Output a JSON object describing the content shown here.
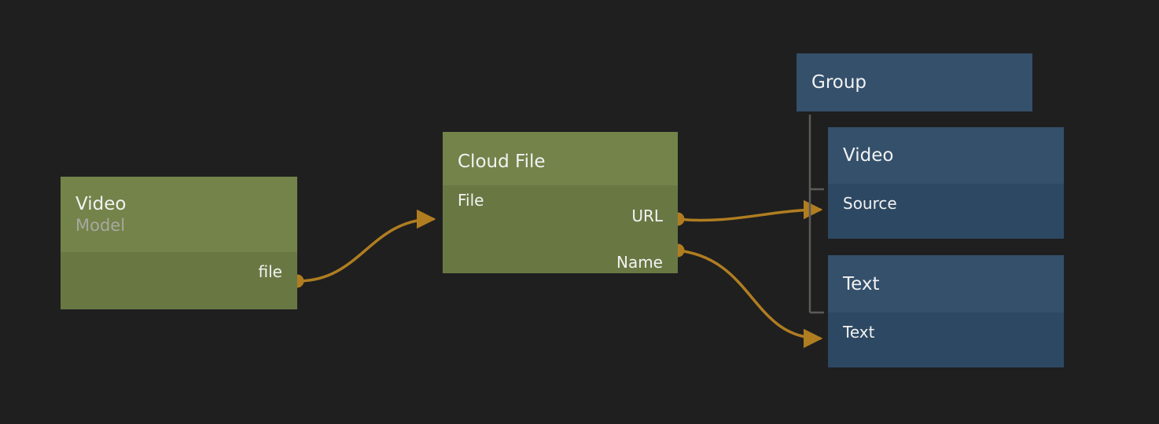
{
  "canvas": {
    "background": "#1f1f1f",
    "accent_wire": "#b07d21",
    "green_header": "#73834a",
    "green_body": "#697843",
    "blue_header": "#34506b",
    "blue_body": "#2d4862",
    "bracket_color": "#5a5a56"
  },
  "nodes": {
    "video_model": {
      "title": "Video",
      "subtitle": "Model",
      "ports": [
        {
          "label": "file",
          "side": "right"
        }
      ]
    },
    "cloud_file": {
      "title": "Cloud File",
      "subtitle": "",
      "ports": [
        {
          "label": "File",
          "side": "left"
        },
        {
          "label": "URL",
          "side": "right"
        },
        {
          "label": "Name",
          "side": "right"
        }
      ]
    },
    "group": {
      "title": "Group"
    },
    "video_view": {
      "title": "Video",
      "ports": [
        {
          "label": "Source",
          "side": "left"
        }
      ]
    },
    "text_view": {
      "title": "Text",
      "ports": [
        {
          "label": "Text",
          "side": "left"
        }
      ]
    }
  },
  "connections": [
    {
      "from": "video_model.file",
      "to": "cloud_file.File"
    },
    {
      "from": "cloud_file.URL",
      "to": "video_view.Source"
    },
    {
      "from": "cloud_file.Name",
      "to": "text_view.Text"
    }
  ]
}
